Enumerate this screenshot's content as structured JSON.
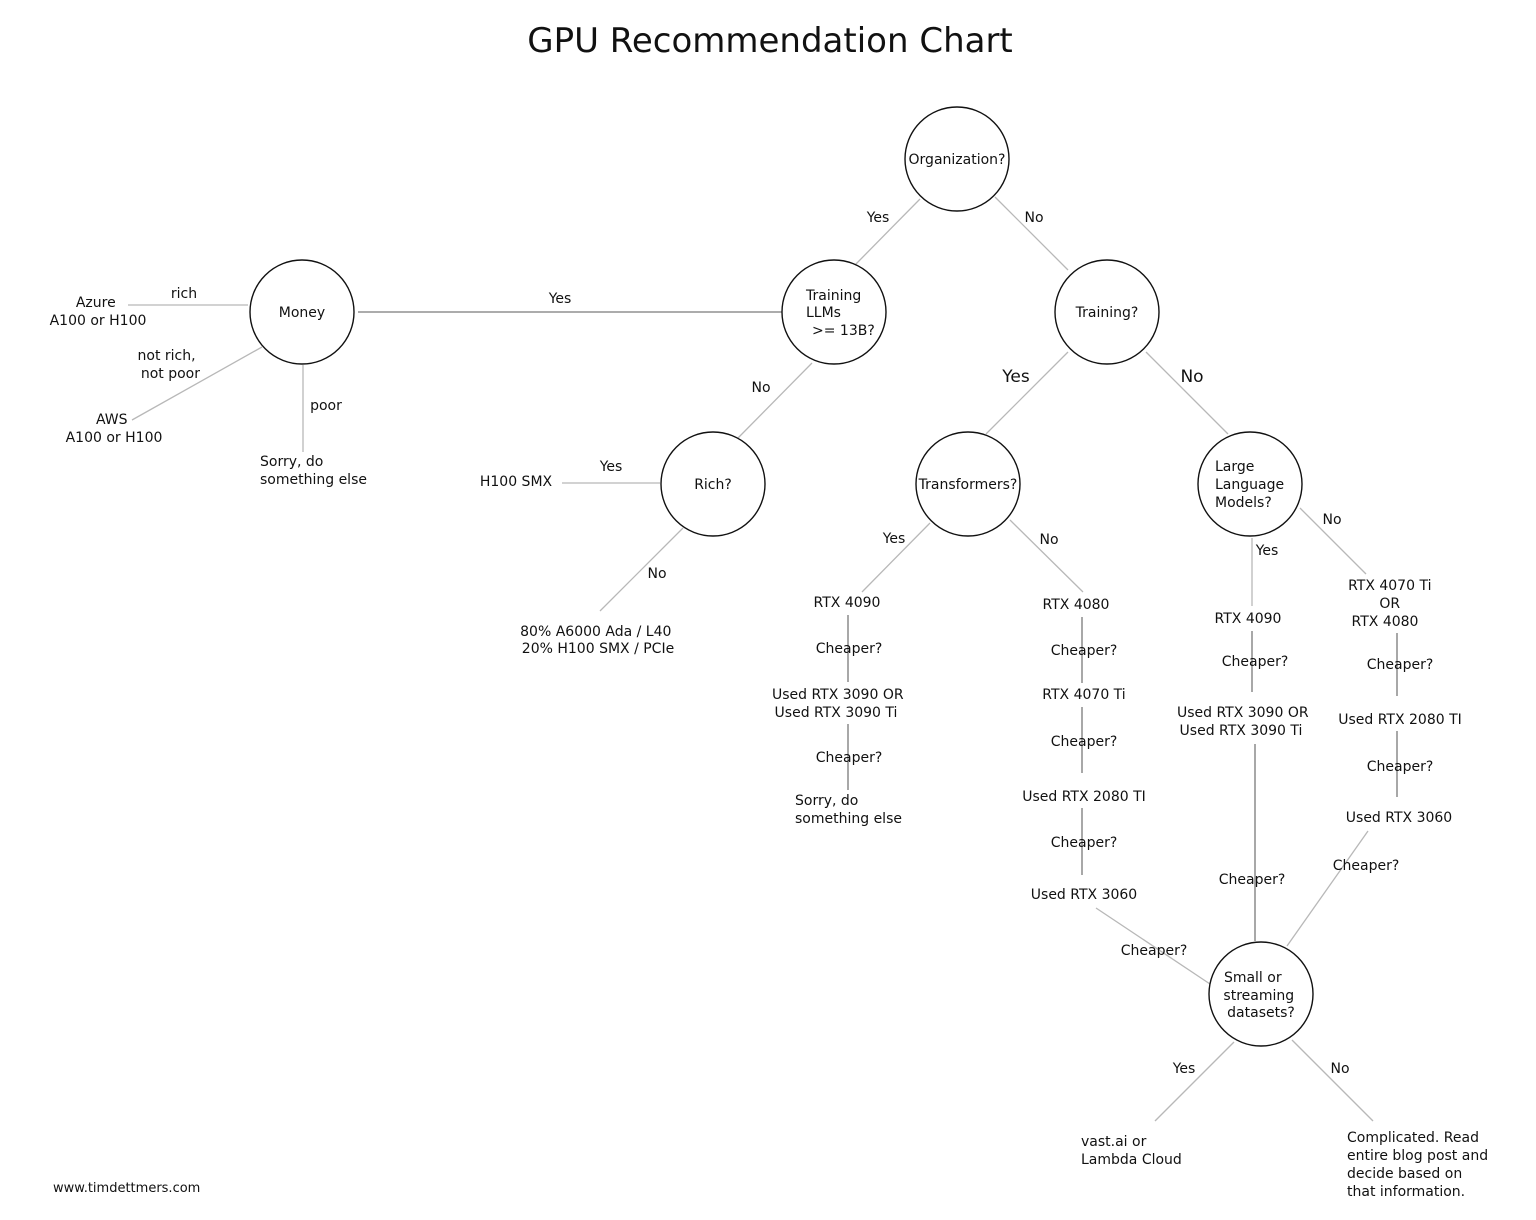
{
  "title": "GPU Recommendation Chart",
  "footer": "www.timdettmers.com",
  "nodes": {
    "organization": "Organization?",
    "training_llms": [
      "Training",
      "LLMs",
      ">= 13B?"
    ],
    "training": "Training?",
    "money": "Money",
    "rich": "Rich?",
    "transformers": "Transformers?",
    "large_language_models": [
      "Large",
      "Language",
      "Models?"
    ],
    "small_or_streaming": [
      "Small or",
      "streaming",
      "datasets?"
    ]
  },
  "edge_labels": {
    "org_yes": "Yes",
    "org_no": "No",
    "llms_yes": "Yes",
    "llms_no": "No",
    "money_rich": "rich",
    "money_not_rich": [
      "not rich,",
      "not poor"
    ],
    "money_poor": "poor",
    "rich_yes": "Yes",
    "rich_no": "No",
    "training_yes": "Yes",
    "training_no": "No",
    "transformers_yes": "Yes",
    "transformers_no": "No",
    "llm_yes": "Yes",
    "llm_no": "No",
    "small_yes": "Yes",
    "small_no": "No"
  },
  "leaves": {
    "azure": [
      "Azure",
      "A100 or H100"
    ],
    "aws": [
      "AWS",
      "A100 or H100"
    ],
    "money_poor_sorry": [
      "Sorry, do",
      "something else"
    ],
    "h100_smx": "H100 SMX",
    "rich_no_mix": [
      "80% A6000 Ada / L40",
      "20% H100 SMX / PCIe"
    ],
    "vast_lambda": [
      "vast.ai or",
      "Lambda Cloud"
    ],
    "complicated": [
      "Complicated. Read",
      "entire blog post and",
      "decide based on",
      "that information."
    ]
  },
  "chains": {
    "transformers_yes": {
      "items": [
        "RTX 4090",
        "Used RTX 3090 OR\nUsed RTX 3090 Ti",
        "Sorry, do\nsomething else"
      ],
      "cheaper": [
        "Cheaper?",
        "Cheaper?"
      ]
    },
    "transformers_no": {
      "items": [
        "RTX 4080",
        "RTX 4070 Ti",
        "Used RTX 2080 TI",
        "Used RTX 3060"
      ],
      "cheaper": [
        "Cheaper?",
        "Cheaper?",
        "Cheaper?",
        "Cheaper?"
      ]
    },
    "llm_yes": {
      "items": [
        "RTX 4090",
        "Used RTX 3090 OR\nUsed RTX 3090 Ti"
      ],
      "cheaper": [
        "Cheaper?",
        "Cheaper?"
      ]
    },
    "llm_no": {
      "items": [
        "RTX 4070 Ti\nOR\nRTX 4080",
        "Used RTX 2080 TI",
        "Used RTX 3060"
      ],
      "cheaper": [
        "Cheaper?",
        "Cheaper?",
        "Cheaper?"
      ]
    }
  },
  "colors": {
    "line": "#b8b8b8",
    "node_stroke": "#111111",
    "text": "#111111"
  }
}
